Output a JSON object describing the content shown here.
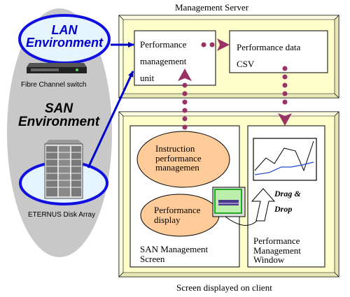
{
  "left_panel": {
    "lan_line1": "LAN",
    "lan_line2": "Environment",
    "san_line1": "SAN",
    "san_line2": "Environment",
    "switch_label": "Fibre Channel switch",
    "array_label": "ETERNUS Disk Array"
  },
  "server": {
    "title": "Management Server",
    "unit_line1": "Performance",
    "unit_line2": "management",
    "unit_line3": "unit",
    "csv_line1": "Performance data",
    "csv_line2": "CSV"
  },
  "client": {
    "caption": "Screen displayed on client",
    "instr_line1": "Instruction",
    "instr_line2": "performance",
    "instr_line3": "managemen",
    "display_line1": "Performance",
    "display_line2": "display",
    "screen_line1": "SAN Management",
    "screen_line2": "Screen",
    "window_line1": "Performance",
    "window_line2": "Management",
    "window_line3": "Window",
    "drag_line1": "Drag &",
    "drag_line2": "Drop"
  },
  "colors": {
    "cloud": "#c8c8c8",
    "ellipse_blue": "#1010e0",
    "ellipse_fill": "#e6f4ff",
    "env_text": "#0000cc",
    "panel_fill": "#ffffcc",
    "oval_fill": "#ffcc99",
    "arrow_dotted": "#993366",
    "arrow_blue": "#0000cc"
  }
}
